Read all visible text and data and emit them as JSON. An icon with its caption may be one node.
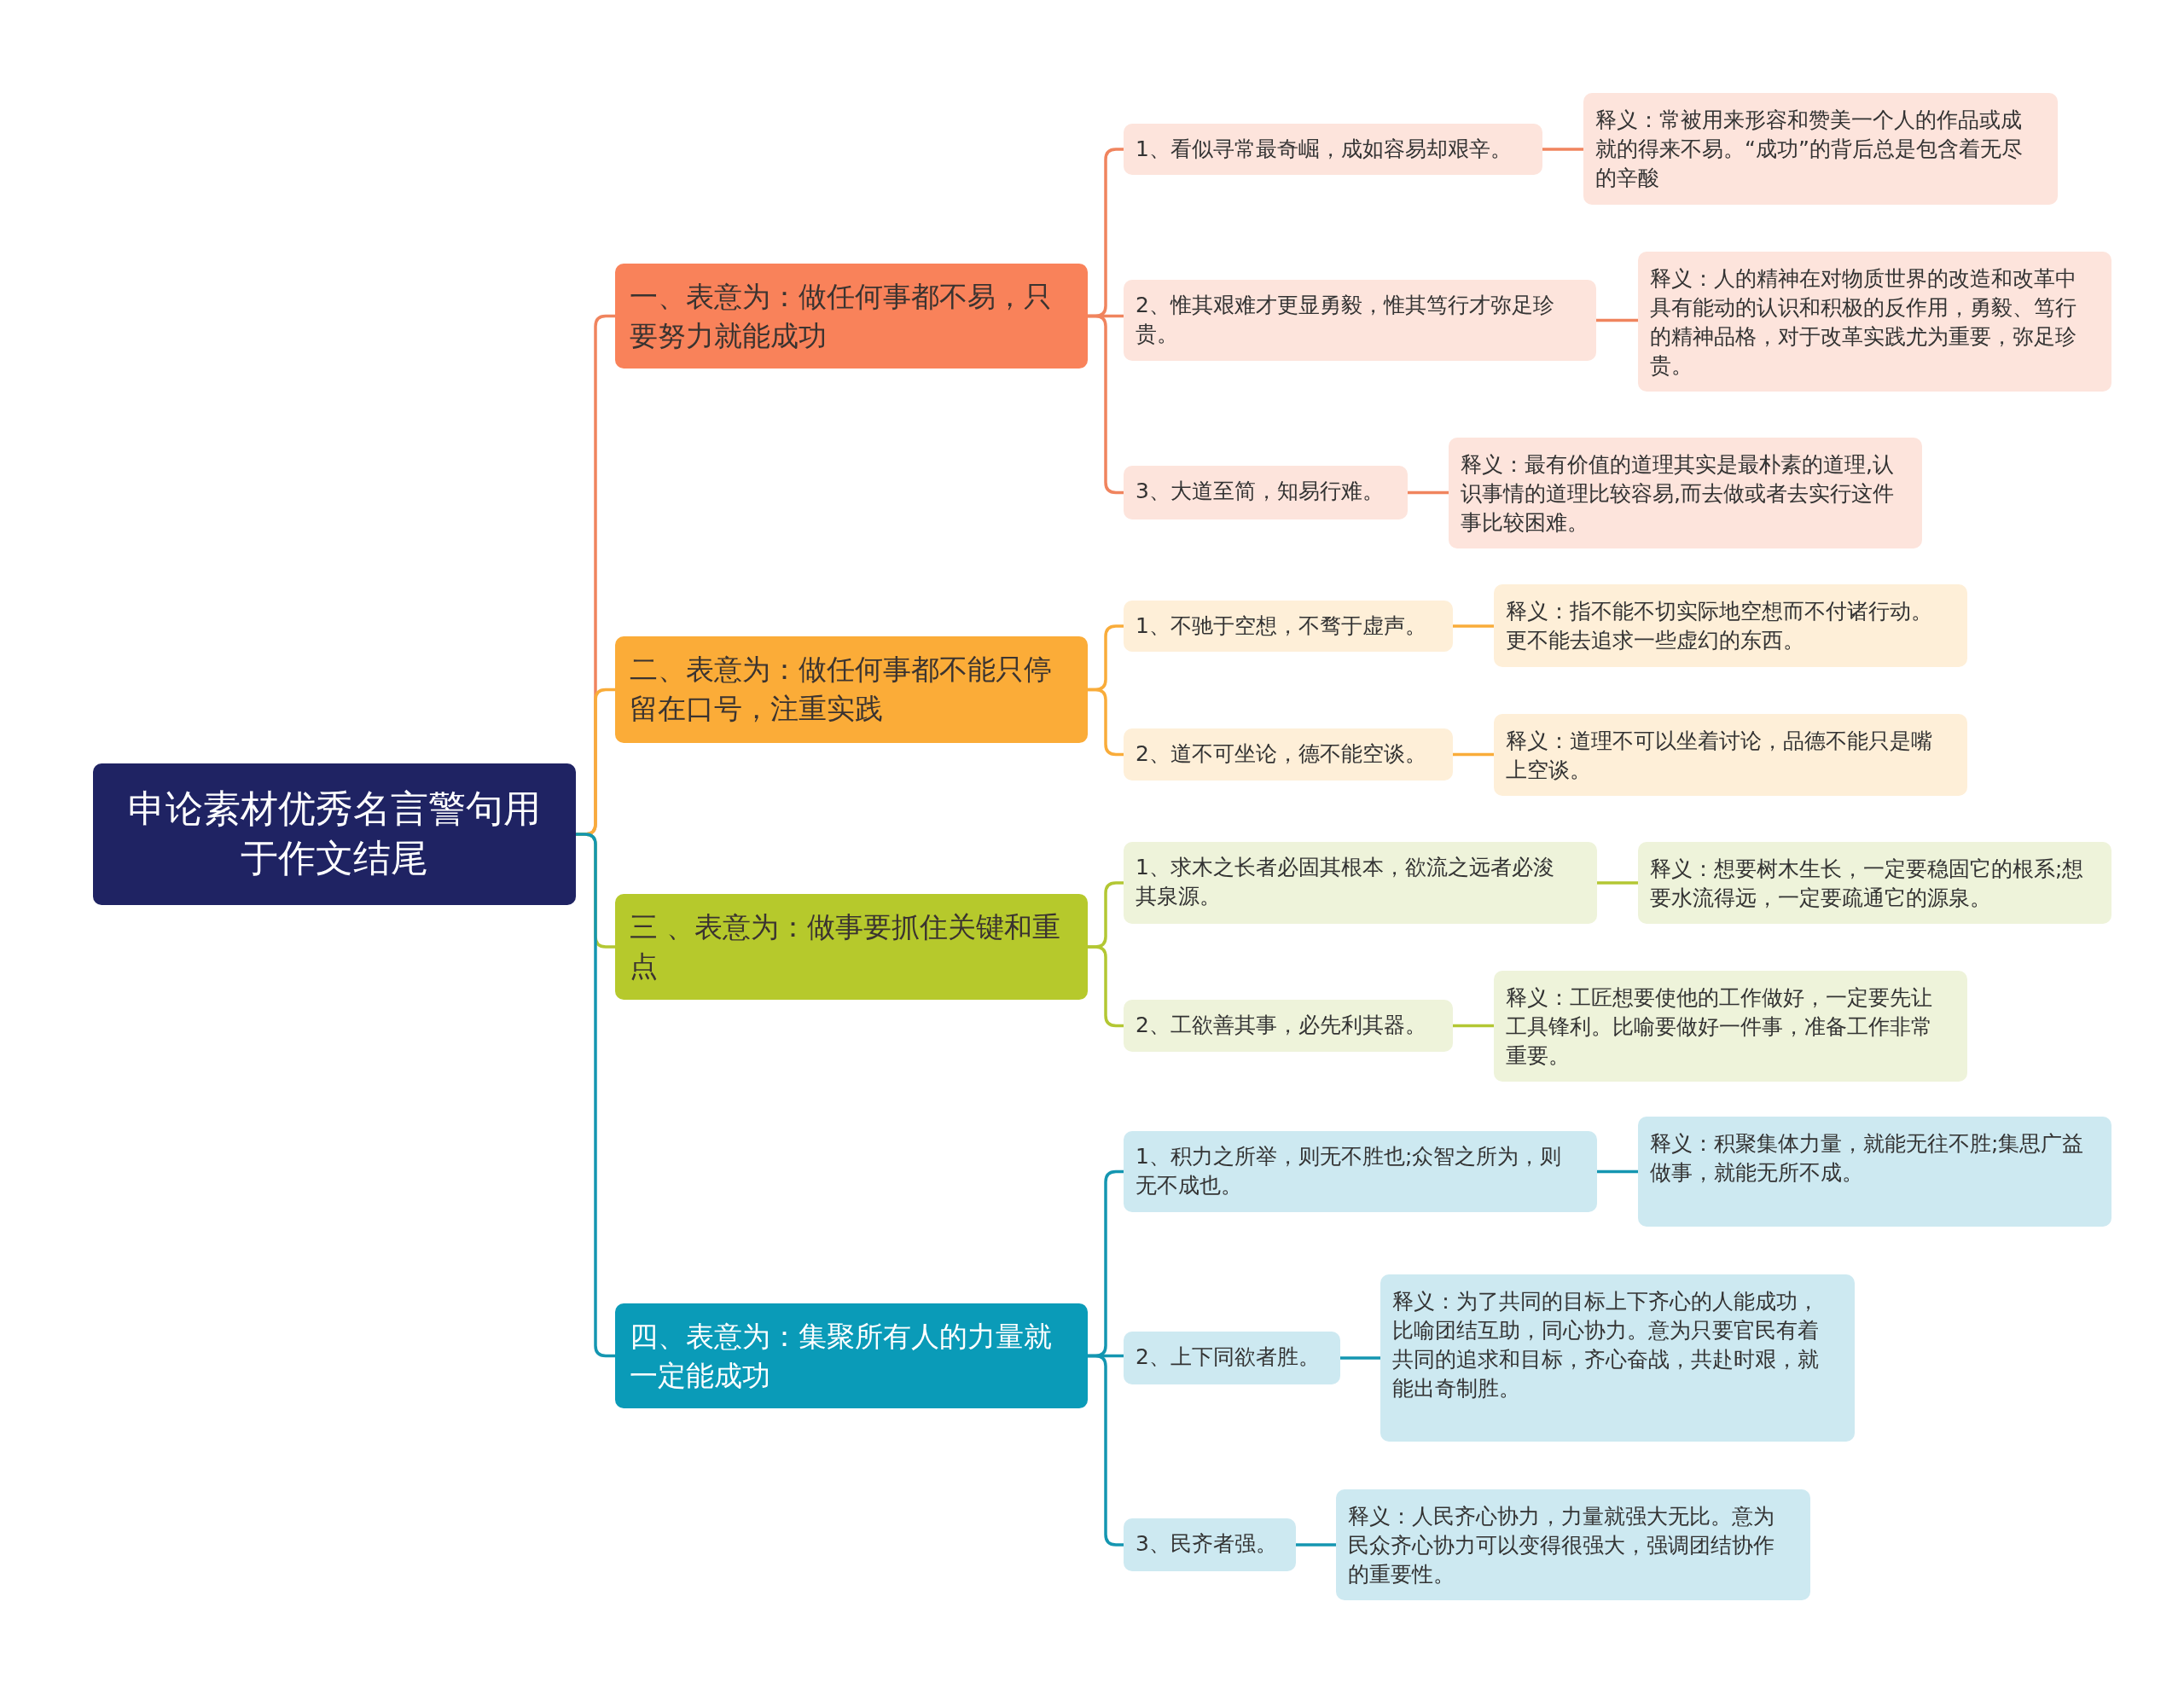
{
  "diagram": {
    "nodes": [
      {
        "text": [
          "申论素材优秀名言警句用于作文结尾"
        ]
      },
      {
        "text": [
          "一、表意为：做任何事都不易，只要努力就能成功"
        ]
      },
      {
        "text": [
          "1、看似寻常最奇崛，成如容易却艰辛。"
        ]
      },
      {
        "text": [
          "释义：常被用来形容和赞美一个人的作品或成就的得来不易。“成功”的背后总是包含着无尽的辛酸"
        ]
      },
      {
        "text": [
          "2、惟其艰难才更显勇毅，惟其笃行才弥足珍贵。"
        ]
      },
      {
        "text": [
          "释义：人的精神在对物质世界的改造和改革中具有能动的认识和积极的反作用，勇毅、笃行的精神品格，对于改革实践尤为重要，弥足珍贵。"
        ]
      },
      {
        "text": [
          "3、大道至简，知易行难。"
        ]
      },
      {
        "text": [
          "释义：最有价值的道理其实是最朴素的道理,认识事情的道理比较容易,而去做或者去实行这件事比较困难。"
        ]
      },
      {
        "text": [
          "二、表意为：做任何事都不能只停留在口号，注重实践"
        ]
      },
      {
        "text": [
          "1、不驰于空想，不骛于虚声。"
        ]
      },
      {
        "text": [
          "释义：指不能不切实际地空想而不付诸行动。更不能去追求一些虚幻的东西。"
        ]
      },
      {
        "text": [
          "2、道不可坐论，德不能空谈。"
        ]
      },
      {
        "text": [
          "释义：道理不可以坐着讨论，品德不能只是嘴上空谈。"
        ]
      },
      {
        "text": [
          "三 、表意为：做事要抓住关键和重点"
        ]
      },
      {
        "text": [
          "1、求木之长者必固其根本，欲流之远者必浚其泉源。"
        ]
      },
      {
        "text": [
          "释义：想要树木生长，一定要稳固它的根系;想要水流得远，一定要疏通它的源泉。"
        ]
      },
      {
        "text": [
          "2、工欲善其事，必先利其器。"
        ]
      },
      {
        "text": [
          "释义：工匠想要使他的工作做好，一定要先让工具锋利。比喻要做好一件事，准备工作非常重要。"
        ]
      },
      {
        "text": [
          "四、表意为：集聚所有人的力量就一定能成功"
        ]
      },
      {
        "text": [
          "1、积力之所举，则无不胜也;众智之所为，则无不成也。"
        ]
      },
      {
        "text": [
          "释义：积聚集体力量，就能无往不胜;集思广益做事，就能无所不成。"
        ]
      },
      {
        "text": [
          "2、上下同欲者胜。"
        ]
      },
      {
        "text": [
          "释义：为了共同的目标上下齐心的人能成功，比喻团结互助，同心协力。意为只要官民有着共同的追求和目标，齐心奋战，共赴时艰，就能出奇制胜。"
        ]
      },
      {
        "text": [
          "3、民齐者强。"
        ]
      },
      {
        "text": [
          "释义：人民齐心协力，力量就强大无比。意为民众齐心协力可以变得很强大，强调团结协作的重要性。"
        ]
      }
    ],
    "edges": [
      {
        "from": 0,
        "to": 1,
        "arrow": "none",
        "color": "#f0845e"
      },
      {
        "from": 1,
        "to": 2,
        "arrow": "none",
        "color": "#f0845e"
      },
      {
        "from": 2,
        "to": 3,
        "arrow": "none",
        "color": "#f0845e"
      },
      {
        "from": 1,
        "to": 4,
        "arrow": "none",
        "color": "#f0845e"
      },
      {
        "from": 4,
        "to": 5,
        "arrow": "none",
        "color": "#f0845e"
      },
      {
        "from": 1,
        "to": 6,
        "arrow": "none",
        "color": "#f0845e"
      },
      {
        "from": 6,
        "to": 7,
        "arrow": "none",
        "color": "#f0845e"
      },
      {
        "from": 0,
        "to": 8,
        "arrow": "none",
        "color": "#f9ac3a"
      },
      {
        "from": 8,
        "to": 9,
        "arrow": "none",
        "color": "#f9ac3a"
      },
      {
        "from": 9,
        "to": 10,
        "arrow": "none",
        "color": "#f9ac3a"
      },
      {
        "from": 8,
        "to": 11,
        "arrow": "none",
        "color": "#f9ac3a"
      },
      {
        "from": 11,
        "to": 12,
        "arrow": "none",
        "color": "#f9ac3a"
      },
      {
        "from": 0,
        "to": 13,
        "arrow": "none",
        "color": "#b3c733"
      },
      {
        "from": 13,
        "to": 14,
        "arrow": "none",
        "color": "#b3c733"
      },
      {
        "from": 14,
        "to": 15,
        "arrow": "none",
        "color": "#b3c733"
      },
      {
        "from": 13,
        "to": 16,
        "arrow": "none",
        "color": "#b3c733"
      },
      {
        "from": 16,
        "to": 17,
        "arrow": "none",
        "color": "#b3c733"
      },
      {
        "from": 0,
        "to": 18,
        "arrow": "none",
        "color": "#1496b1"
      },
      {
        "from": 18,
        "to": 19,
        "arrow": "none",
        "color": "#1496b1"
      },
      {
        "from": 19,
        "to": 20,
        "arrow": "none",
        "color": "#1496b1"
      },
      {
        "from": 18,
        "to": 21,
        "arrow": "none",
        "color": "#1496b1"
      },
      {
        "from": 21,
        "to": 22,
        "arrow": "none",
        "color": "#1496b1"
      },
      {
        "from": 18,
        "to": 23,
        "arrow": "none",
        "color": "#1496b1"
      },
      {
        "from": 23,
        "to": 24,
        "arrow": "none",
        "color": "#1496b1"
      }
    ]
  }
}
